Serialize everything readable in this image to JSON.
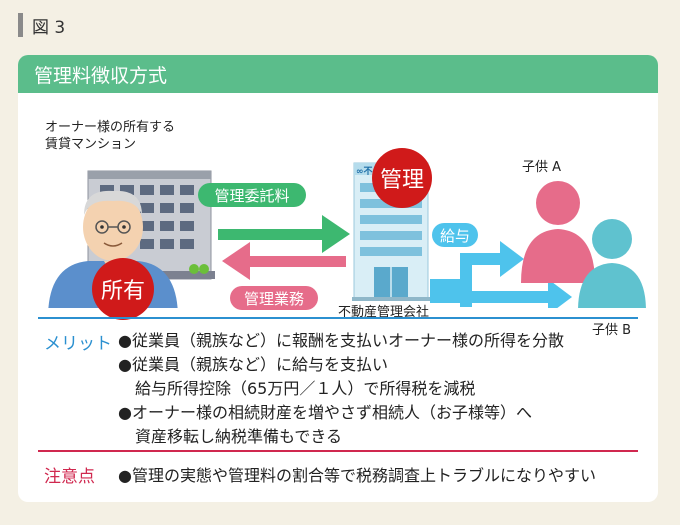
{
  "figure_label": "図 3",
  "title": "管理料徴収方式",
  "diagram": {
    "owner_caption_line1": "オーナー様の所有する",
    "owner_caption_line2": "賃貸マンション",
    "arrow_top_label": "管理委託料",
    "arrow_bottom_label": "管理業務",
    "badge_owner": "所有",
    "badge_manage": "管理",
    "company_label": "不動産管理会社",
    "salary_label": "給与",
    "child_a": "子供 A",
    "child_b": "子供 B",
    "logo_text": "∞不"
  },
  "merit": {
    "label": "メリット",
    "lines": [
      "●従業員（親族など）に報酬を支払いオーナー様の所得を分散",
      "●従業員（親族など）に給与を支払い",
      "給与所得控除（65万円／１人）で所得税を減税",
      "●オーナー様の相続財産を増やさず相続人（お子様等）へ",
      "資産移転し納税準備もできる"
    ]
  },
  "caution": {
    "label": "注意点",
    "line": "●管理の実態や管理料の割合等で税務調査上トラブルになりやすい"
  },
  "colors": {
    "header": "#5bbd8b",
    "green_arrow": "#3db870",
    "pink_arrow": "#e66c8a",
    "blue_arrow": "#4ec3ec",
    "badge": "#d01a1a",
    "merit_blue": "#2b90d0",
    "caution_red": "#d0284f",
    "child_pink": "#e66c8a",
    "child_teal": "#5fc2cf"
  }
}
